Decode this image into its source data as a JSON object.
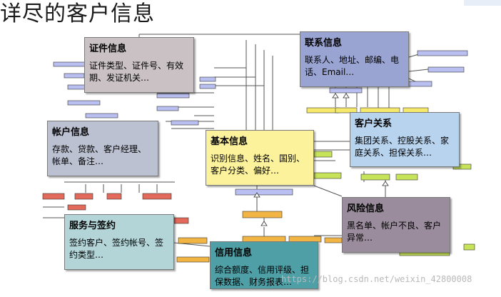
{
  "header": {
    "title": "详尽的客户信息"
  },
  "watermark": "https://blog.csdn.net/weixin_42800008",
  "cards": {
    "zhengjian": {
      "title": "证件信息",
      "body": "证件类型、证件号、有效期、发证机关…"
    },
    "lianxi": {
      "title": "联系信息",
      "body": "联系人、地址、邮编、电话、Email…"
    },
    "zhanghu": {
      "title": "帐户信息",
      "body": "存款、贷款、客户经理、帐单、备注…"
    },
    "jiben": {
      "title": "基本信息",
      "body": "识别信息、姓名、国别、客户分类、偏好…"
    },
    "kehu": {
      "title": "客户关系",
      "body": "集团关系、控股关系、家庭关系、担保关系…"
    },
    "fengxian": {
      "title": "风险信息",
      "body": "黑名单、帐户不良、客户异常…"
    },
    "fuwu": {
      "title": "服务与签约",
      "body": "签约客户、签约帐号、签约类型…"
    },
    "xinyong": {
      "title": "信用信息",
      "body": "综合额度、信用评级、担保数据、财务报表…"
    }
  },
  "colors": {
    "entity_blue": "#b9bff0",
    "entity_yellow": "#f5e86a",
    "entity_green": "#c7e35a",
    "entity_red": "#e36a5a",
    "entity_orange": "#f2b544",
    "line": "#555555"
  }
}
